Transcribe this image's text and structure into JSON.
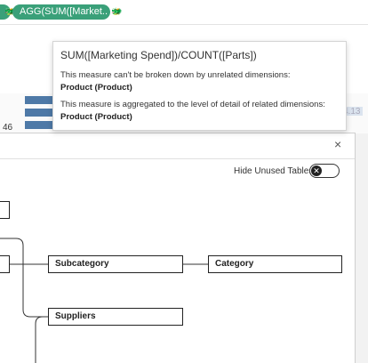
{
  "shelf": {
    "pill_left_icon": "🐲",
    "pill_main_label": "AGG(SUM([Market..",
    "pill_main_icon": "🐲"
  },
  "worksheet": {
    "row_value": "46",
    "faint_value": "4.13"
  },
  "tooltip": {
    "title": "SUM([Marketing Spend])/COUNT([Parts])",
    "line1": "This measure can't be broken down by unrelated dimensions:",
    "line1_value": "Product (Product)",
    "line2": "This measure is aggregated to the level of detail of related dimensions:",
    "line2_value": "Product (Product)"
  },
  "dialog": {
    "close_glyph": "×",
    "hide_unused_label": "Hide Unused Tables",
    "toggle_glyph": "✕",
    "tables": {
      "subcategory": "Subcategory",
      "category": "Category",
      "suppliers": "Suppliers"
    }
  }
}
